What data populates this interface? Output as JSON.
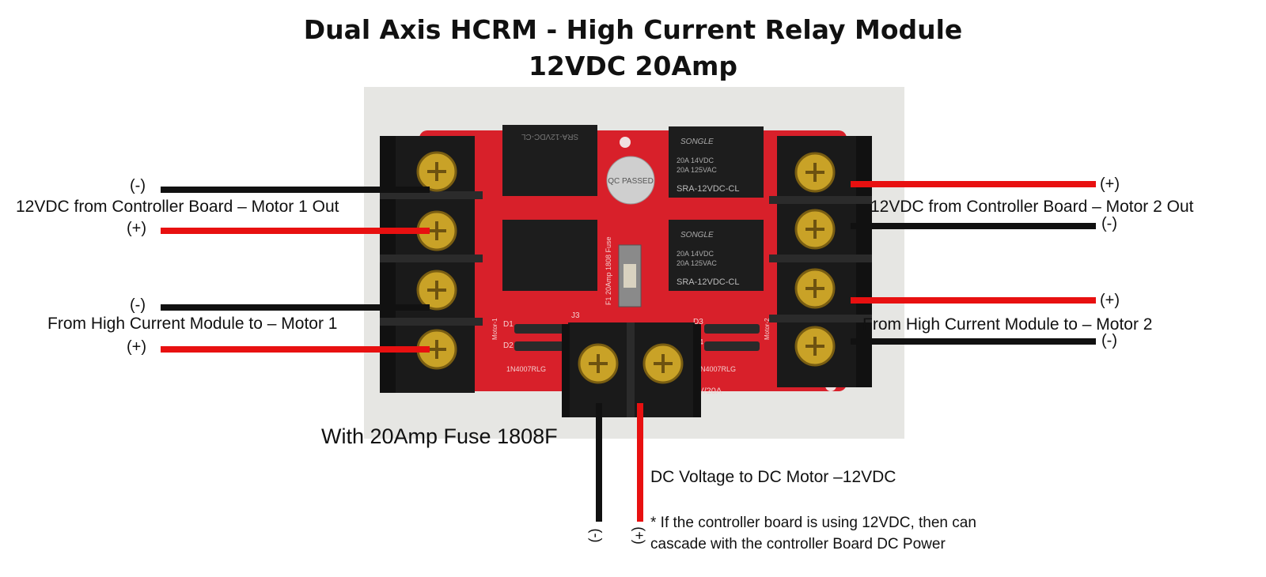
{
  "title": {
    "line1": "Dual Axis HCRM - High Current Relay Module",
    "line2": "12VDC 20Amp"
  },
  "left": {
    "motor1_out_label": "12VDC from Controller Board – Motor 1 Out",
    "motor1_hc_label": "From High Current Module to – Motor 1",
    "minus": "(-)",
    "plus": "(+)"
  },
  "right": {
    "motor2_out_label": "12VDC from Controller Board – Motor 2 Out",
    "motor2_hc_label": "From High Current Module to – Motor 2",
    "minus": "(-)",
    "plus": "(+)"
  },
  "bottom": {
    "fuse_label": "With 20Amp Fuse 1808F",
    "dc_voltage_label": "DC Voltage to DC Motor –12VDC",
    "note_line1": "* If the controller board is using 12VDC, then can",
    "note_line2": "cascade with the controller Board DC Power",
    "minus": "(-)",
    "plus": "(+)"
  },
  "board": {
    "relay_brand": "SONGLE",
    "relay_model": "SRA-12VDC-CL",
    "relay_rating_1": "20A 14VDC",
    "relay_rating_2": "20A 125VAC",
    "qc_sticker": "QC PASSED",
    "fuse_marking": "F1 20Amp 1808 Fuse",
    "diode_part": "1N4007RLG",
    "rating_mark": "12V/20A",
    "j3": "J3",
    "d1": "D1",
    "d2": "D2",
    "d3": "D3",
    "d4": "D4",
    "motor1_mark": "Motor-1",
    "motor2_mark": "Motor-2"
  },
  "colors": {
    "board_red": "#d8202a",
    "wire_red": "#e81010",
    "wire_black": "#111111",
    "terminal_black": "#1a1a1a",
    "screw_gold": "#c9a227"
  }
}
